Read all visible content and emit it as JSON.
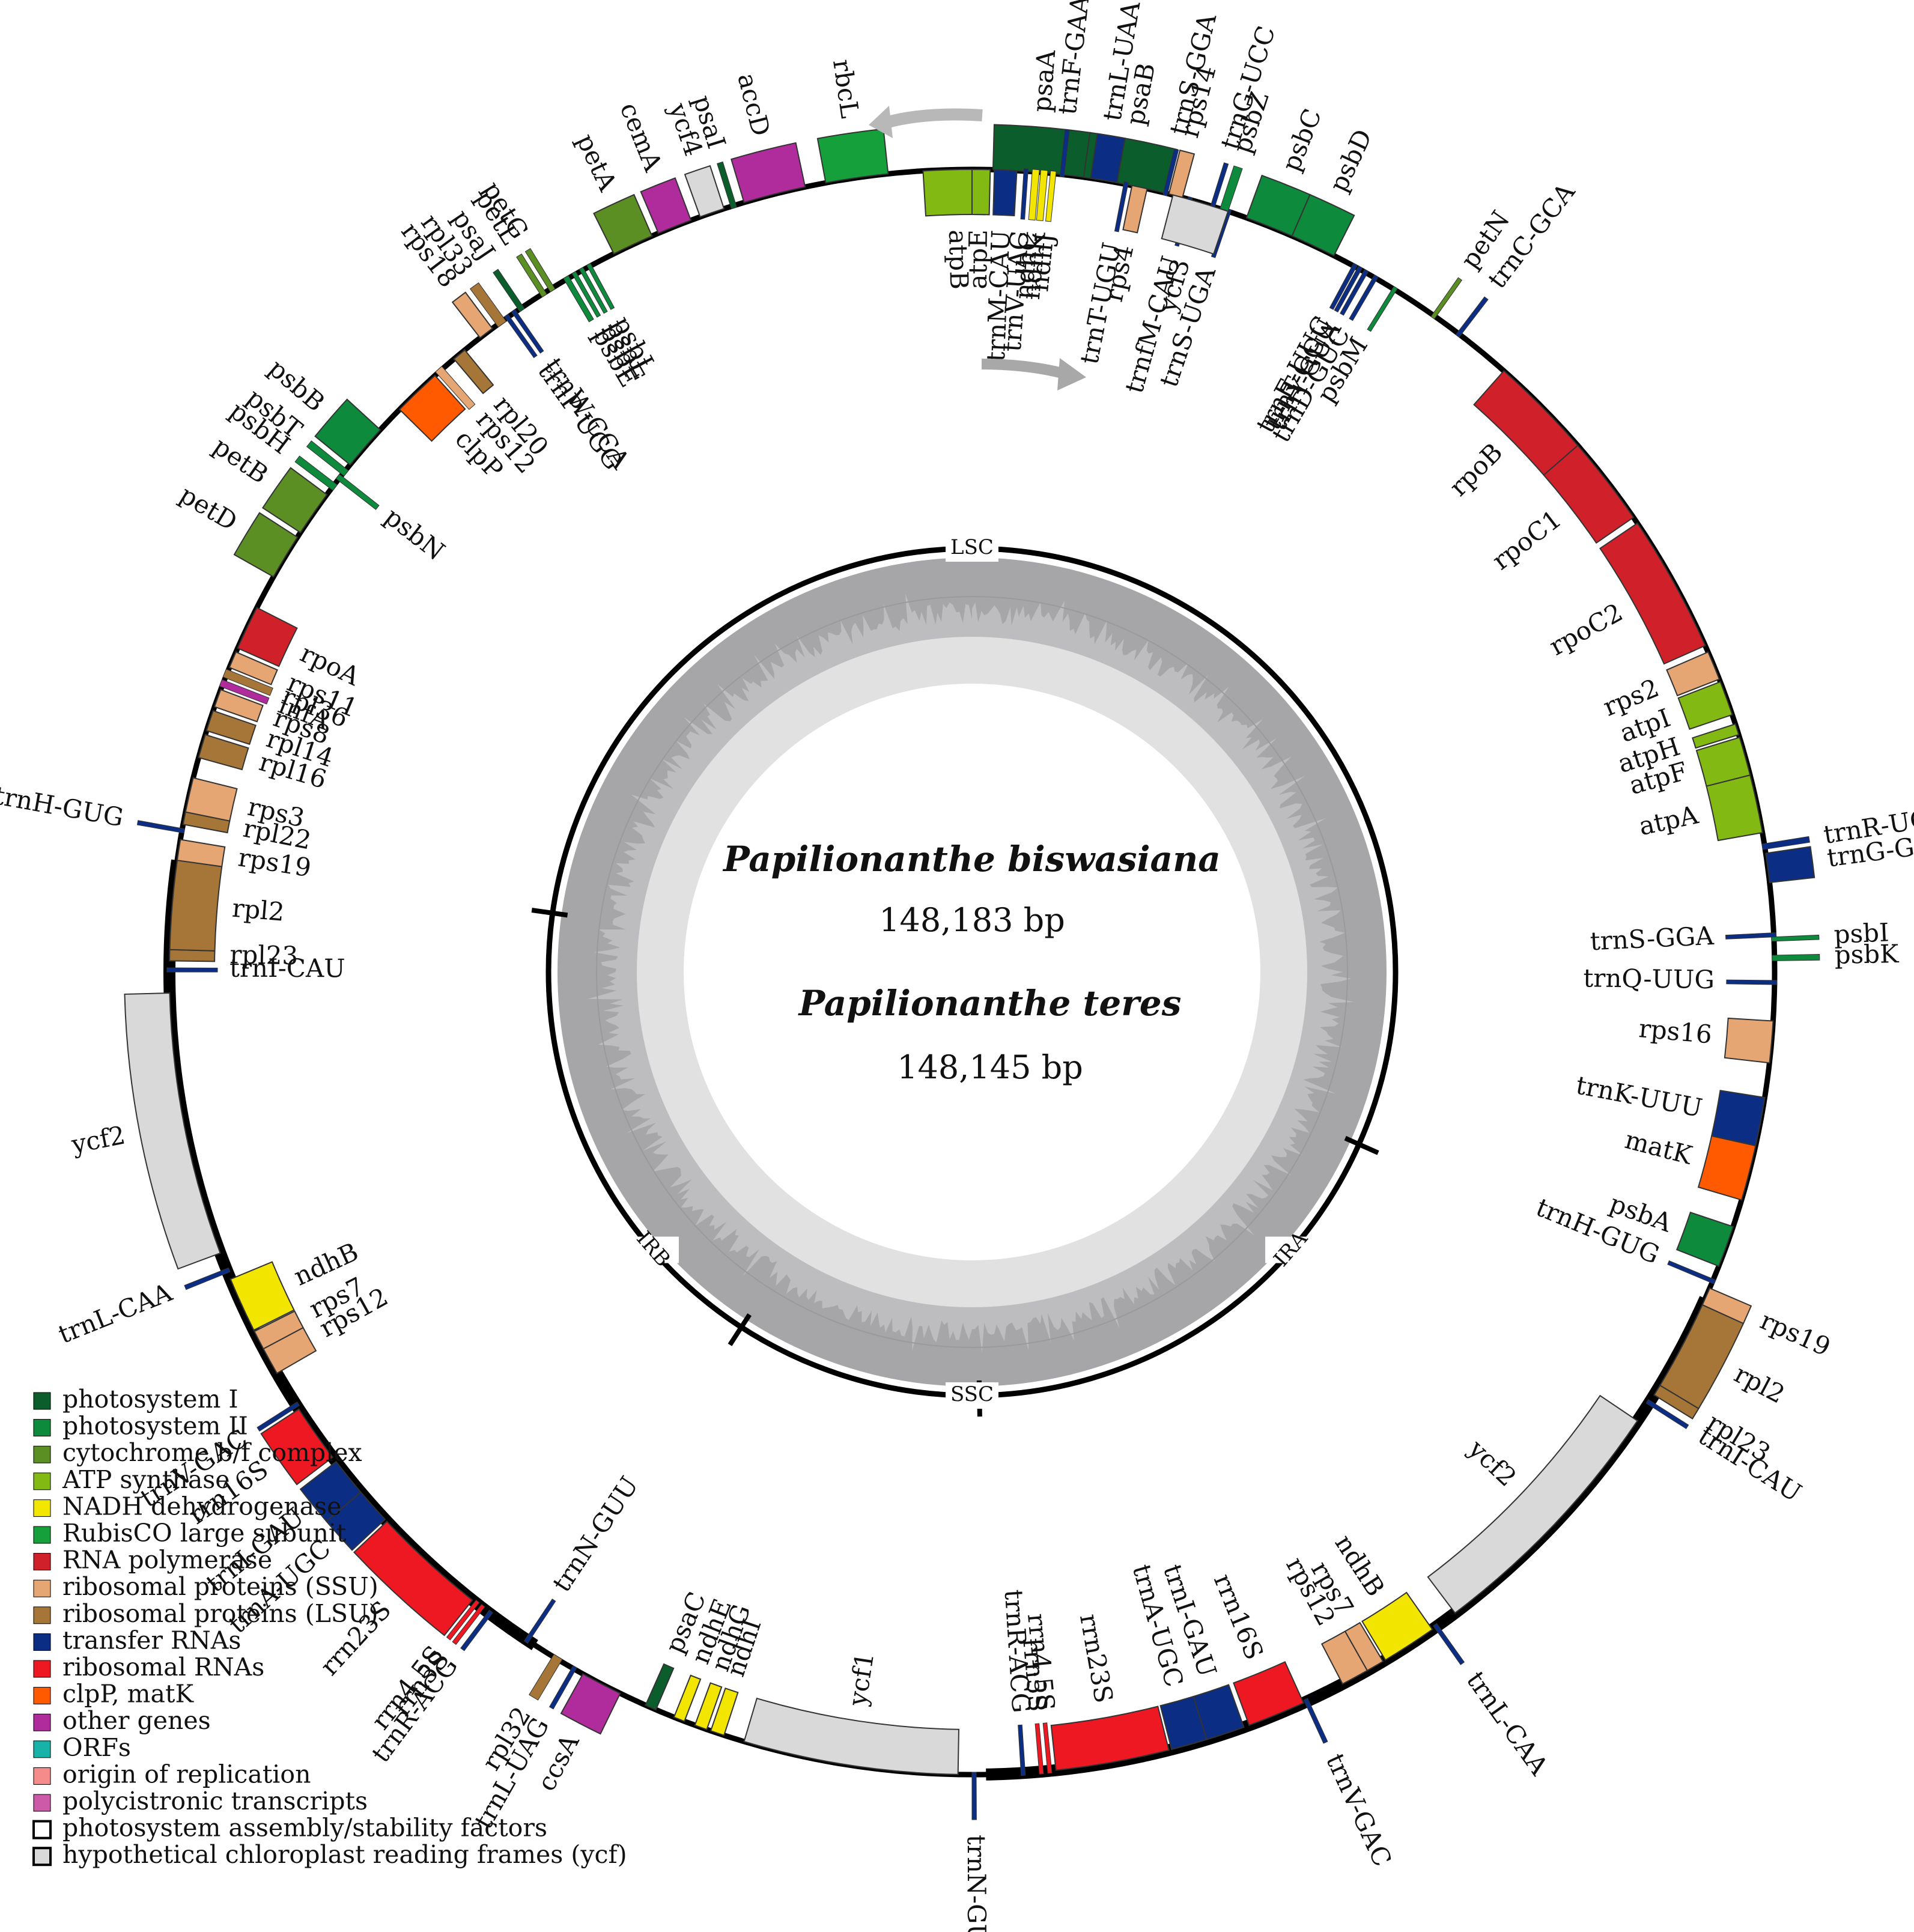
{
  "center": {
    "species1": "Papilionanthe biswasiana",
    "size1": "148,183 bp",
    "species2": "Papilionanthe teres",
    "size2": "148,145 bp"
  },
  "regions": [
    {
      "label": "LSC",
      "deg": 0
    },
    {
      "label": "IRA",
      "deg": 131
    },
    {
      "label": "SSC",
      "deg": 180
    },
    {
      "label": "IRB",
      "deg": 229
    }
  ],
  "categories": {
    "psI": {
      "name": "photosystem I",
      "color": "#0b5e2c"
    },
    "psII": {
      "name": "photosystem II",
      "color": "#0d8a3b"
    },
    "cyt": {
      "name": "cytochrome b/f complex",
      "color": "#5b8f23"
    },
    "atp": {
      "name": "ATP synthase",
      "color": "#82b912"
    },
    "ndh": {
      "name": "NADH dehydrogenase",
      "color": "#f2e600"
    },
    "rbc": {
      "name": "RubisCO large subunit",
      "color": "#15a03b"
    },
    "rpo": {
      "name": "RNA polymerase",
      "color": "#d0202a"
    },
    "ssu": {
      "name": "ribosomal proteins (SSU)",
      "color": "#e5a673"
    },
    "lsu": {
      "name": "ribosomal proteins (LSU)",
      "color": "#a67638"
    },
    "trna": {
      "name": "transfer RNAs",
      "color": "#0b2d84"
    },
    "rrna": {
      "name": "ribosomal RNAs",
      "color": "#ee1822"
    },
    "clp": {
      "name": "clpP, matK",
      "color": "#ff5a00"
    },
    "oth": {
      "name": "other genes",
      "color": "#b02b9b"
    },
    "orf": {
      "name": "ORFs",
      "color": "#17b3a8"
    },
    "ori": {
      "name": "origin of replication",
      "color": "#f58b8b"
    },
    "poly": {
      "name": "polycistronic transcripts",
      "color": "#cc5aa8"
    },
    "psa": {
      "name": "photosystem assembly/stability factors",
      "color": "#ffffff"
    },
    "ycf": {
      "name": "hypothetical chloroplast reading frames (ycf)",
      "color": "#d9d9d9"
    }
  },
  "legend_order": [
    "psI",
    "psII",
    "cyt",
    "atp",
    "ndh",
    "rbc",
    "rpo",
    "ssu",
    "lsu",
    "trna",
    "rrna",
    "clp",
    "oth",
    "orf",
    "ori",
    "poly",
    "psa",
    "ycf"
  ],
  "genes": [
    {
      "n": "psaA",
      "c": "psI",
      "s": 1.5,
      "e": 8,
      "side": "out"
    },
    {
      "n": "psaB",
      "c": "psI",
      "s": 8,
      "e": 14,
      "side": "out"
    },
    {
      "n": "rps14",
      "c": "ssu",
      "s": 14.2,
      "e": 15.2,
      "side": "out"
    },
    {
      "n": "trnfM-CAU",
      "c": "trna",
      "s": 15.6,
      "e": 15.9,
      "side": "in"
    },
    {
      "n": "trnS-UGA",
      "c": "trna",
      "s": 18.5,
      "e": 18.8,
      "side": "in"
    },
    {
      "n": "trnG-UCC",
      "c": "trna",
      "s": 17.3,
      "e": 17.6,
      "side": "out"
    },
    {
      "n": "psbZ",
      "c": "psII",
      "s": 18,
      "e": 18.6,
      "side": "out"
    },
    {
      "n": "psbC",
      "c": "psII",
      "s": 20,
      "e": 23.5,
      "side": "out"
    },
    {
      "n": "psbD",
      "c": "psII",
      "s": 23.5,
      "e": 26.8,
      "side": "out"
    },
    {
      "n": "trnT-GGU",
      "c": "trna",
      "s": 28.7,
      "e": 29,
      "side": "in"
    },
    {
      "n": "trnE-UUC",
      "c": "trna",
      "s": 28.3,
      "e": 28.6,
      "side": "in"
    },
    {
      "n": "trnY-GUA",
      "c": "trna",
      "s": 29.2,
      "e": 29.5,
      "side": "in"
    },
    {
      "n": "trnD-GUC",
      "c": "trna",
      "s": 30,
      "e": 30.3,
      "side": "in"
    },
    {
      "n": "psbM",
      "c": "psII",
      "s": 31.6,
      "e": 31.9,
      "side": "in"
    },
    {
      "n": "petN",
      "c": "cyt",
      "s": 35,
      "e": 35.3,
      "side": "out"
    },
    {
      "n": "trnC-GCA",
      "c": "trna",
      "s": 37.2,
      "e": 37.5,
      "side": "out"
    },
    {
      "n": "rpoB",
      "c": "rpo",
      "s": 41.5,
      "e": 49,
      "side": "in"
    },
    {
      "n": "rpoC1",
      "c": "rpo",
      "s": 49,
      "e": 55.5,
      "side": "in"
    },
    {
      "n": "rpoC2",
      "c": "rpo",
      "s": 56,
      "e": 66,
      "side": "in"
    },
    {
      "n": "rps2",
      "c": "ssu",
      "s": 66.5,
      "e": 68.6,
      "side": "in"
    },
    {
      "n": "atpI",
      "c": "atp",
      "s": 68.8,
      "e": 71.3,
      "side": "in"
    },
    {
      "n": "atpH",
      "c": "atp",
      "s": 72,
      "e": 72.8,
      "side": "in"
    },
    {
      "n": "atpF",
      "c": "atp",
      "s": 73,
      "e": 75.8,
      "side": "in"
    },
    {
      "n": "atpA",
      "c": "atp",
      "s": 75.8,
      "e": 80,
      "side": "in"
    },
    {
      "n": "trnR-UCU",
      "c": "trna",
      "s": 80.8,
      "e": 81.2,
      "side": "out"
    },
    {
      "n": "trnG-GCC",
      "c": "trna",
      "s": 81.5,
      "e": 83.6,
      "side": "out"
    },
    {
      "n": "trnS-GGA",
      "c": "trna",
      "s": 87.2,
      "e": 87.5,
      "side": "in"
    },
    {
      "n": "psbI",
      "c": "psII",
      "s": 87.5,
      "e": 87.8,
      "side": "out"
    },
    {
      "n": "psbK",
      "c": "psII",
      "s": 88.8,
      "e": 89.2,
      "side": "out"
    },
    {
      "n": "trnQ-UUG",
      "c": "trna",
      "s": 90.6,
      "e": 90.9,
      "side": "in"
    },
    {
      "n": "rps16",
      "c": "ssu",
      "s": 93.5,
      "e": 96.5,
      "side": "in"
    },
    {
      "n": "trnK-UUU",
      "c": "trna",
      "s": 99,
      "e": 102.5,
      "side": "in"
    },
    {
      "n": "matK",
      "c": "clp",
      "s": 102.5,
      "e": 106.5,
      "side": "in"
    },
    {
      "n": "psbA",
      "c": "psII",
      "s": 108.5,
      "e": 111.5,
      "side": "in"
    },
    {
      "n": "trnH-GUG",
      "c": "trna",
      "s": 112.5,
      "e": 112.8,
      "side": "in"
    },
    {
      "n": "rps19",
      "c": "ssu",
      "s": 113.2,
      "e": 114.5,
      "side": "out"
    },
    {
      "n": "rpl2",
      "c": "lsu",
      "s": 114.5,
      "e": 121,
      "side": "out"
    },
    {
      "n": "rpl23",
      "c": "lsu",
      "s": 121,
      "e": 121.8,
      "side": "out"
    },
    {
      "n": "trnI-CAU",
      "c": "trna",
      "s": 122.3,
      "e": 122.6,
      "side": "out"
    },
    {
      "n": "ycf2",
      "c": "ycf",
      "s": 124,
      "e": 143,
      "side": "in"
    },
    {
      "n": "trnL-CAA",
      "c": "trna",
      "s": 144.5,
      "e": 144.8,
      "side": "out"
    },
    {
      "n": "ndhB",
      "c": "ndh",
      "s": 145,
      "e": 149,
      "side": "in"
    },
    {
      "n": "rps7",
      "c": "ssu",
      "s": 149.2,
      "e": 150.5,
      "side": "in"
    },
    {
      "n": "rps12",
      "c": "ssu",
      "s": 150.5,
      "e": 152.5,
      "side": "in"
    },
    {
      "n": "trnV-GAC",
      "c": "trna",
      "s": 155.2,
      "e": 155.5,
      "side": "out"
    },
    {
      "n": "rrn16S",
      "c": "rrna",
      "s": 155.6,
      "e": 159.8,
      "side": "in"
    },
    {
      "n": "trnI-GAU",
      "c": "trna",
      "s": 160.2,
      "e": 163,
      "side": "in"
    },
    {
      "n": "trnA-UGC",
      "c": "trna",
      "s": 163,
      "e": 165.6,
      "side": "in"
    },
    {
      "n": "rrn23S",
      "c": "rrna",
      "s": 165.8,
      "e": 174,
      "side": "in"
    },
    {
      "n": "rrn4.5S",
      "c": "rrna",
      "s": 174.3,
      "e": 174.6,
      "side": "in"
    },
    {
      "n": "rrn5S",
      "c": "rrna",
      "s": 174.9,
      "e": 175.2,
      "side": "in"
    },
    {
      "n": "trnR-ACG",
      "c": "trna",
      "s": 176.2,
      "e": 176.5,
      "side": "in"
    },
    {
      "n": "trnN-GUU",
      "c": "trna",
      "s": 179.7,
      "e": 180,
      "side": "out"
    },
    {
      "n": "ycf1",
      "c": "ycf",
      "s": 181,
      "e": 196.5,
      "side": "in"
    },
    {
      "n": "ndhI",
      "c": "ndh",
      "s": 198,
      "e": 199,
      "side": "in"
    },
    {
      "n": "ndhG",
      "c": "ndh",
      "s": 199.3,
      "e": 200.2,
      "side": "in"
    },
    {
      "n": "ndhE",
      "c": "ndh",
      "s": 201,
      "e": 201.8,
      "side": "in"
    },
    {
      "n": "psaC",
      "c": "psI",
      "s": 203.2,
      "e": 204,
      "side": "in"
    },
    {
      "n": "ccsA",
      "c": "oth",
      "s": 206,
      "e": 209,
      "side": "out"
    },
    {
      "n": "trnL-UAG",
      "c": "trna",
      "s": 209.6,
      "e": 209.9,
      "side": "out"
    },
    {
      "n": "rpl32",
      "c": "lsu",
      "s": 210.8,
      "e": 211.5,
      "side": "out"
    },
    {
      "n": "trnN-GUU",
      "c": "trna",
      "s": 213.5,
      "e": 213.8,
      "side": "in"
    },
    {
      "n": "trnR-ACG",
      "c": "trna",
      "s": 216.8,
      "e": 217.1,
      "side": "out"
    },
    {
      "n": "rrn5S",
      "c": "rrna",
      "s": 217.5,
      "e": 217.8,
      "side": "out"
    },
    {
      "n": "rrn4.5S",
      "c": "rrna",
      "s": 218,
      "e": 218.3,
      "side": "out"
    },
    {
      "n": "rrn23S",
      "c": "rrna",
      "s": 218.5,
      "e": 226.8,
      "side": "out"
    },
    {
      "n": "trnA-UGC",
      "c": "trna",
      "s": 227,
      "e": 229.6,
      "side": "out"
    },
    {
      "n": "trnI-GAU",
      "c": "trna",
      "s": 229.6,
      "e": 232.4,
      "side": "out"
    },
    {
      "n": "rrn16S",
      "c": "rrna",
      "s": 232.8,
      "e": 237,
      "side": "out"
    },
    {
      "n": "trnV-GAC",
      "c": "trna",
      "s": 237.2,
      "e": 237.5,
      "side": "out"
    },
    {
      "n": "rps12",
      "c": "ssu",
      "s": 240,
      "e": 242,
      "side": "in"
    },
    {
      "n": "rps7",
      "c": "ssu",
      "s": 242,
      "e": 243.4,
      "side": "in"
    },
    {
      "n": "ndhB",
      "c": "ndh",
      "s": 243.5,
      "e": 247.5,
      "side": "in"
    },
    {
      "n": "trnL-CAA",
      "c": "trna",
      "s": 248,
      "e": 248.3,
      "side": "out"
    },
    {
      "n": "ycf2",
      "c": "ycf",
      "s": 249.5,
      "e": 268.5,
      "side": "out"
    },
    {
      "n": "trnI-CAU",
      "c": "trna",
      "s": 270,
      "e": 270.3,
      "side": "in"
    },
    {
      "n": "rpl23",
      "c": "lsu",
      "s": 270.8,
      "e": 271.6,
      "side": "in"
    },
    {
      "n": "rpl2",
      "c": "lsu",
      "s": 271.6,
      "e": 278,
      "side": "in"
    },
    {
      "n": "rps19",
      "c": "ssu",
      "s": 278,
      "e": 279.5,
      "side": "in"
    },
    {
      "n": "trnH-GUG",
      "c": "trna",
      "s": 280,
      "e": 280.3,
      "side": "out"
    },
    {
      "n": "rpl22",
      "c": "lsu",
      "s": 280.6,
      "e": 281.5,
      "side": "in"
    },
    {
      "n": "rps3",
      "c": "ssu",
      "s": 281.5,
      "e": 284,
      "side": "in"
    },
    {
      "n": "rpl16",
      "c": "lsu",
      "s": 285.5,
      "e": 287.2,
      "side": "in"
    },
    {
      "n": "rpl14",
      "c": "lsu",
      "s": 287.5,
      "e": 289,
      "side": "in"
    },
    {
      "n": "rps8",
      "c": "ssu",
      "s": 289.3,
      "e": 290.6,
      "side": "in"
    },
    {
      "n": "infA",
      "c": "oth",
      "s": 290.8,
      "e": 291.3,
      "side": "in"
    },
    {
      "n": "rpl36",
      "c": "lsu",
      "s": 291.5,
      "e": 292.1,
      "side": "in"
    },
    {
      "n": "rps11",
      "c": "ssu",
      "s": 292.3,
      "e": 293.5,
      "side": "in"
    },
    {
      "n": "rpoA",
      "c": "rpo",
      "s": 293.8,
      "e": 297,
      "side": "in"
    },
    {
      "n": "petD",
      "c": "cyt",
      "s": 299.5,
      "e": 302.8,
      "side": "out"
    },
    {
      "n": "petB",
      "c": "cyt",
      "s": 303.2,
      "e": 306.5,
      "side": "out"
    },
    {
      "n": "psbH",
      "c": "psII",
      "s": 307,
      "e": 307.5,
      "side": "out"
    },
    {
      "n": "psbN",
      "c": "psII",
      "s": 307.8,
      "e": 308.2,
      "side": "in"
    },
    {
      "n": "psbT",
      "c": "psII",
      "s": 308.3,
      "e": 308.8,
      "side": "out"
    },
    {
      "n": "psbB",
      "c": "psII",
      "s": 309.2,
      "e": 312.5,
      "side": "out"
    },
    {
      "n": "clpP",
      "c": "clp",
      "s": 314.5,
      "e": 318,
      "side": "in"
    },
    {
      "n": "rps12",
      "c": "ssu",
      "s": 318.2,
      "e": 318.8,
      "side": "in"
    },
    {
      "n": "rpl20",
      "c": "lsu",
      "s": 319.8,
      "e": 320.8,
      "side": "in"
    },
    {
      "n": "rps18",
      "c": "ssu",
      "s": 322.2,
      "e": 323.3,
      "side": "out"
    },
    {
      "n": "rpl33",
      "c": "lsu",
      "s": 323.7,
      "e": 324.4,
      "side": "out"
    },
    {
      "n": "trnP-UGG",
      "c": "trna",
      "s": 324.5,
      "e": 324.8,
      "side": "in"
    },
    {
      "n": "trnW-CCA",
      "c": "trna",
      "s": 325.1,
      "e": 325.4,
      "side": "in"
    },
    {
      "n": "psaJ",
      "c": "psI",
      "s": 325.6,
      "e": 326,
      "side": "out"
    },
    {
      "n": "petL",
      "c": "cyt",
      "s": 327.5,
      "e": 327.9,
      "side": "out"
    },
    {
      "n": "petG",
      "c": "cyt",
      "s": 328.2,
      "e": 328.6,
      "side": "out"
    },
    {
      "n": "psbE",
      "c": "psII",
      "s": 329.5,
      "e": 329.9,
      "side": "in"
    },
    {
      "n": "psbF",
      "c": "psII",
      "s": 330.2,
      "e": 330.5,
      "side": "in"
    },
    {
      "n": "psbL",
      "c": "psII",
      "s": 330.8,
      "e": 331.1,
      "side": "in"
    },
    {
      "n": "psbJ",
      "c": "psII",
      "s": 331.4,
      "e": 331.7,
      "side": "in"
    },
    {
      "n": "petA",
      "c": "cyt",
      "s": 333.5,
      "e": 336.5,
      "side": "out"
    },
    {
      "n": "cemA",
      "c": "oth",
      "s": 337,
      "e": 339.5,
      "side": "out"
    },
    {
      "n": "ycf4",
      "c": "ycf",
      "s": 340.2,
      "e": 342,
      "side": "out"
    },
    {
      "n": "psaI",
      "c": "psI",
      "s": 342.5,
      "e": 342.9,
      "side": "out"
    },
    {
      "n": "accD",
      "c": "oth",
      "s": 343.5,
      "e": 348,
      "side": "out"
    },
    {
      "n": "rbcL",
      "c": "rbc",
      "s": 349.5,
      "e": 354,
      "side": "out"
    },
    {
      "n": "atpB",
      "c": "atp",
      "s": 356.5,
      "e": 361,
      "side": "in"
    },
    {
      "n": "atpE",
      "c": "atp",
      "s": 360,
      "e": 361.3,
      "side": "in"
    },
    {
      "n": "trnM-CAU",
      "c": "trna",
      "s": 361.6,
      "e": 363.2,
      "side": "in"
    },
    {
      "n": "trnV-UAC",
      "c": "trna",
      "s": 363.7,
      "e": 364,
      "side": "in"
    },
    {
      "n": "ndhC",
      "c": "ndh",
      "s": 364.3,
      "e": 364.8,
      "side": "in"
    },
    {
      "n": "ndhK",
      "c": "ndh",
      "s": 364.9,
      "e": 365.4,
      "side": "in"
    },
    {
      "n": "ndhJ",
      "c": "ndh",
      "s": 365.6,
      "e": 366,
      "side": "in"
    },
    {
      "n": "trnF-GAA",
      "c": "trna",
      "s": 366.3,
      "e": 366.6,
      "side": "out"
    },
    {
      "n": "trnL-UAA",
      "c": "trna",
      "s": 368.5,
      "e": 370.4,
      "side": "out"
    },
    {
      "n": "trnT-UGU",
      "c": "trna",
      "s": 370.9,
      "e": 371.2,
      "side": "in"
    },
    {
      "n": "rps4",
      "c": "ssu",
      "s": 371.5,
      "e": 372.6,
      "side": "in"
    },
    {
      "n": "trnS-GGA",
      "c": "trna",
      "s": 373.8,
      "e": 374.1,
      "side": "out"
    },
    {
      "n": "ycf3",
      "c": "ycf",
      "s": 374.5,
      "e": 378.6,
      "side": "in"
    }
  ]
}
